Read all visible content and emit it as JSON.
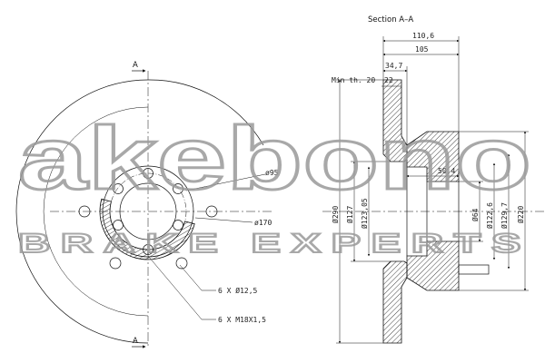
{
  "section_label": "A",
  "section_title": "Section A–A",
  "front_view": {
    "pcd_label": "ø95",
    "hub_label": "ø170",
    "holes_label": "6 X Ø12,5",
    "threads_label": "6 X M18X1,5"
  },
  "section_view": {
    "width_total": "110,6",
    "width_hub": "105",
    "flange_offset": "34,7",
    "min_thickness_label": "Min th. 20",
    "thickness": "22",
    "bore_depth": "50,4",
    "diameters_left": [
      "Ø290",
      "Ø127",
      "Ø123,05"
    ],
    "diameters_right": [
      "Ø64",
      "Ø122,6",
      "Ø129,7",
      "Ø220"
    ]
  },
  "watermark": {
    "brand": "akebono",
    "tagline": "BRAKE EXPERTS",
    "color": "#9a9a9a"
  }
}
